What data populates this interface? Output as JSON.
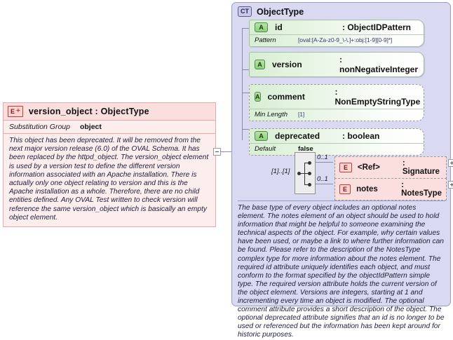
{
  "left_element": {
    "badge": "E",
    "expander": "+",
    "title": "version_object : ObjectType",
    "substitution_group_label": "Substitution Group",
    "substitution_group_value": "object",
    "description": "This object has been deprecated. It will be removed from the next major version release (6.0) of the OVAL Schema. It has been replaced by the httpd_object.\nThe version_object element is used by a version test to define the different version information associated with an Apache installation. There is actually only one object relating to version and this is the Apache installation as a whole. Therefore, there are no child entities defined. Any OVAL Test written to check version will reference the same version_object which is basically an empty object element."
  },
  "connector": {
    "collapse_icon": "minus-box"
  },
  "complex_type": {
    "badge": "CT",
    "title": "ObjectType",
    "attributes": [
      {
        "badge": "A",
        "name": "id",
        "type": ": ObjectIDPattern",
        "optional": false,
        "facet_label": "Pattern",
        "facet_value": "[oval:[A-Za-z0-9_\\-\\.]+:obj:[1-9][0-9]*]"
      },
      {
        "badge": "A",
        "name": "version",
        "type": ": nonNegativeInteger",
        "optional": false,
        "facet_label": "",
        "facet_value": ""
      },
      {
        "badge": "A",
        "name": "comment",
        "type": ": NonEmptyStringType",
        "optional": true,
        "facet_label": "Min Length",
        "facet_value": "[1]"
      },
      {
        "badge": "A",
        "name": "deprecated",
        "type": ": boolean",
        "optional": true,
        "facet_label": "Default",
        "facet_value": "false"
      }
    ],
    "sequence": {
      "cardinality": "[1]..[1]",
      "icon": "sequence-connector-icon",
      "children": [
        {
          "badge": "E",
          "cardinality": "0..1",
          "name": "<Ref>",
          "type": ": Signature",
          "expander": "+"
        },
        {
          "badge": "E",
          "cardinality": "0..1",
          "name": "notes",
          "type": ": NotesType",
          "expander": "+"
        }
      ]
    },
    "description": "The base type of every object includes an optional notes element. The notes element of an object should be used to hold information that might be helpful to someone examining the technical aspects of the object. For example, why certain values have been used, or maybe a link to where further information can be found. Please refer to the description of the NotesType complex type for more information about the notes element. The required id attribute uniquely identifies each object, and must conform to the format specified by the objectIdPattern simple type. The required version attribute holds the current version of the object element. Versions are integers, starting at 1 and incrementing every time an object is modified. The optional comment attribute provides a short description of the object. The optional deprecated attribute signifies that an id is no longer to be used or referenced but the information has been kept around for historic purposes."
  },
  "colors": {
    "element_pink": "#fbdede",
    "element_border": "#e8a8a8",
    "attribute_green": "#d8eed3",
    "complextype_lavender": "#d9d9f2"
  }
}
